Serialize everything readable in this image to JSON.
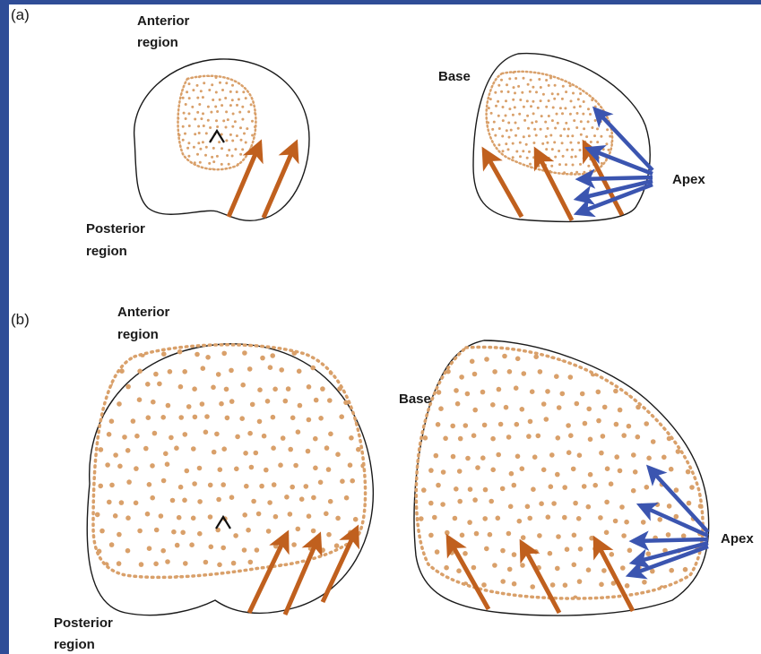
{
  "colors": {
    "background_frame": "#2f4d97",
    "dots": "#d9a06a",
    "orange_arrow": "#c0601e",
    "blue_arrow": "#3b55b0",
    "outline": "#1a1a1a"
  },
  "panel_a": {
    "label": "(a)",
    "left_view": {
      "anterior_line1": "Anterior",
      "anterior_line2": "region",
      "posterior_line1": "Posterior",
      "posterior_line2": "region"
    },
    "right_view": {
      "base": "Base",
      "apex": "Apex"
    }
  },
  "panel_b": {
    "label": "(b)",
    "left_view": {
      "anterior_line1": "Anterior",
      "anterior_line2": "region",
      "posterior_line1": "Posterior",
      "posterior_line2": "region"
    },
    "right_view": {
      "base": "Base",
      "apex": "Apex"
    }
  },
  "icons": {
    "arrow_orange": "arrow-up-right-icon",
    "arrow_blue": "arrow-left-icon",
    "caret": "caret-icon"
  }
}
